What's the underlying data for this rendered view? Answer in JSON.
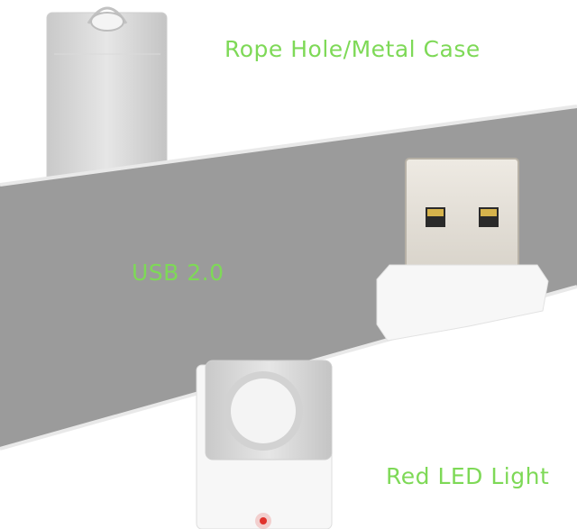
{
  "image": {
    "description_labels": {
      "rope_hole_metal_case": "Rope Hole/Metal Case",
      "usb_version": "USB 2.0",
      "red_led_light": "Red LED Light"
    },
    "colors": {
      "label_green": "#7ed957",
      "band_gray": "#9b9b9b",
      "band_edge": "#e9e9e9",
      "metal": "#d8d8d8",
      "body_white": "#f7f7f7",
      "led": "#e0342e"
    }
  }
}
